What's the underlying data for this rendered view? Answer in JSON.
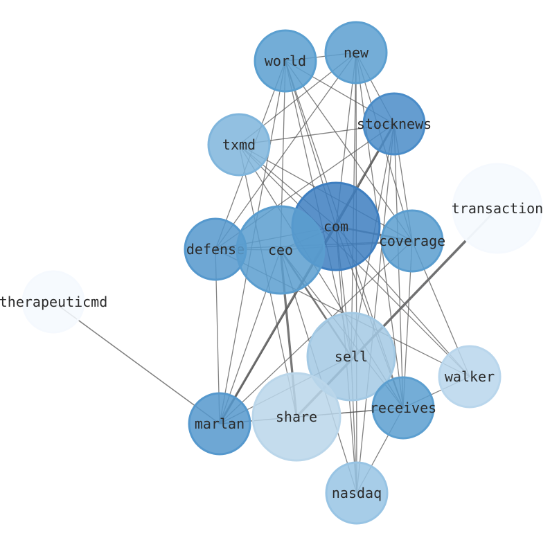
{
  "nodes": [
    {
      "id": "new",
      "label": "new",
      "color": "#5c9fd0"
    },
    {
      "id": "world",
      "label": "world",
      "color": "#5a9fd0"
    },
    {
      "id": "stocknews",
      "label": "stocknews",
      "color": "#4a8cc8"
    },
    {
      "id": "txmd",
      "label": "txmd",
      "color": "#7fb5dc"
    },
    {
      "id": "transaction",
      "label": "transaction",
      "color": "#f5f9fe"
    },
    {
      "id": "com",
      "label": "com",
      "color": "#3d7ec0"
    },
    {
      "id": "coverage",
      "label": "coverage",
      "color": "#5a9dcf"
    },
    {
      "id": "defense",
      "label": "defense",
      "color": "#5598cd"
    },
    {
      "id": "ceo",
      "label": "ceo",
      "color": "#5a9dcf"
    },
    {
      "id": "therapeuticmd",
      "label": "therapeuticmd",
      "color": "#f5f9fe"
    },
    {
      "id": "sell",
      "label": "sell",
      "color": "#a3c9e4"
    },
    {
      "id": "walker",
      "label": "walker",
      "color": "#b9d6ec"
    },
    {
      "id": "receives",
      "label": "receives",
      "color": "#5c9fd0"
    },
    {
      "id": "marlan",
      "label": "marlan",
      "color": "#5598cd"
    },
    {
      "id": "share",
      "label": "share",
      "color": "#bad6ea"
    },
    {
      "id": "nasdaq",
      "label": "nasdaq",
      "color": "#98c4e4"
    }
  ],
  "edges": [
    [
      "world",
      "new",
      1
    ],
    [
      "world",
      "stocknews",
      1
    ],
    [
      "world",
      "coverage",
      1
    ],
    [
      "world",
      "sell",
      1
    ],
    [
      "world",
      "receives",
      1
    ],
    [
      "world",
      "defense",
      1
    ],
    [
      "world",
      "ceo",
      1
    ],
    [
      "world",
      "marlan",
      1
    ],
    [
      "world",
      "com",
      1
    ],
    [
      "new",
      "stocknews",
      1
    ],
    [
      "new",
      "coverage",
      1
    ],
    [
      "new",
      "txmd",
      1
    ],
    [
      "new",
      "defense",
      1
    ],
    [
      "new",
      "nasdaq",
      1
    ],
    [
      "new",
      "receives",
      1
    ],
    [
      "new",
      "sell",
      1
    ],
    [
      "new",
      "com",
      1
    ],
    [
      "stocknews",
      "txmd",
      1
    ],
    [
      "stocknews",
      "com",
      1
    ],
    [
      "stocknews",
      "defense",
      1
    ],
    [
      "stocknews",
      "receives",
      1
    ],
    [
      "stocknews",
      "coverage",
      1
    ],
    [
      "stocknews",
      "nasdaq",
      1
    ],
    [
      "stocknews",
      "sell",
      1
    ],
    [
      "stocknews",
      "marlan",
      2.5
    ],
    [
      "txmd",
      "coverage",
      1
    ],
    [
      "txmd",
      "walker",
      1
    ],
    [
      "txmd",
      "receives",
      1
    ],
    [
      "txmd",
      "share",
      1
    ],
    [
      "txmd",
      "com",
      1
    ],
    [
      "com",
      "coverage",
      2
    ],
    [
      "com",
      "defense",
      1
    ],
    [
      "com",
      "ceo",
      1
    ],
    [
      "com",
      "marlan",
      1
    ],
    [
      "com",
      "walker",
      1
    ],
    [
      "com",
      "nasdaq",
      1
    ],
    [
      "com",
      "receives",
      1
    ],
    [
      "com",
      "sell",
      1
    ],
    [
      "ceo",
      "defense",
      1
    ],
    [
      "ceo",
      "coverage",
      1
    ],
    [
      "ceo",
      "sell",
      2
    ],
    [
      "ceo",
      "share",
      2.5
    ],
    [
      "ceo",
      "receives",
      1
    ],
    [
      "ceo",
      "marlan",
      1
    ],
    [
      "ceo",
      "nasdaq",
      1
    ],
    [
      "defense",
      "marlan",
      1
    ],
    [
      "defense",
      "walker",
      1
    ],
    [
      "defense",
      "coverage",
      1
    ],
    [
      "coverage",
      "walker",
      1
    ],
    [
      "coverage",
      "receives",
      1
    ],
    [
      "coverage",
      "marlan",
      1
    ],
    [
      "therapeuticmd",
      "marlan",
      1.2
    ],
    [
      "transaction",
      "share",
      3
    ],
    [
      "sell",
      "marlan",
      1
    ],
    [
      "sell",
      "nasdaq",
      1
    ],
    [
      "share",
      "receives",
      1
    ],
    [
      "share",
      "marlan",
      1
    ],
    [
      "marlan",
      "receives",
      1
    ],
    [
      "receives",
      "nasdaq",
      1
    ],
    [
      "receives",
      "walker",
      1
    ]
  ]
}
